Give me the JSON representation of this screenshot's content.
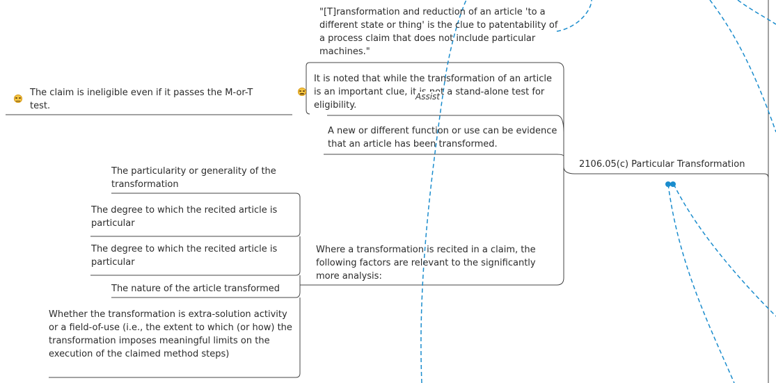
{
  "root": {
    "label": "2106.05(c) Particular Transformation"
  },
  "branches": {
    "quote": "\"[T]ransformation and reduction of an article 'to a different state or thing' is the clue to patentability of a process claim that does not include particular machines.\"",
    "clue": "It is noted that while the transformation of an article is an important clue, it is not a stand-alone test for eligibility.",
    "ineligible": "The claim is ineligible even if it passes the M-or-T test.",
    "new_function": "A new or different function or use can be evidence that an article has been transformed.",
    "factors": "Where a transformation is recited in a claim, the following factors are relevant to the significantly more analysis:"
  },
  "factor_items": [
    "The particularity or generality of the transformation",
    "The degree to which the recited article is particular",
    "The degree to which the recited article is particular",
    "The nature of the article transformed",
    "Whether the transformation is extra-solution activity or a field-of-use (i.e., the extent to which (or how) the transformation imposes meaningful limits on the execution of the claimed method steps)"
  ],
  "floating_label": "Assist",
  "colors": {
    "line": "#444444",
    "connector": "#1a8ccd"
  },
  "icons": {
    "clue": "laughing-emoji-icon",
    "ineligible": "sad-emoji-icon",
    "connector": "link-handle-icon"
  }
}
